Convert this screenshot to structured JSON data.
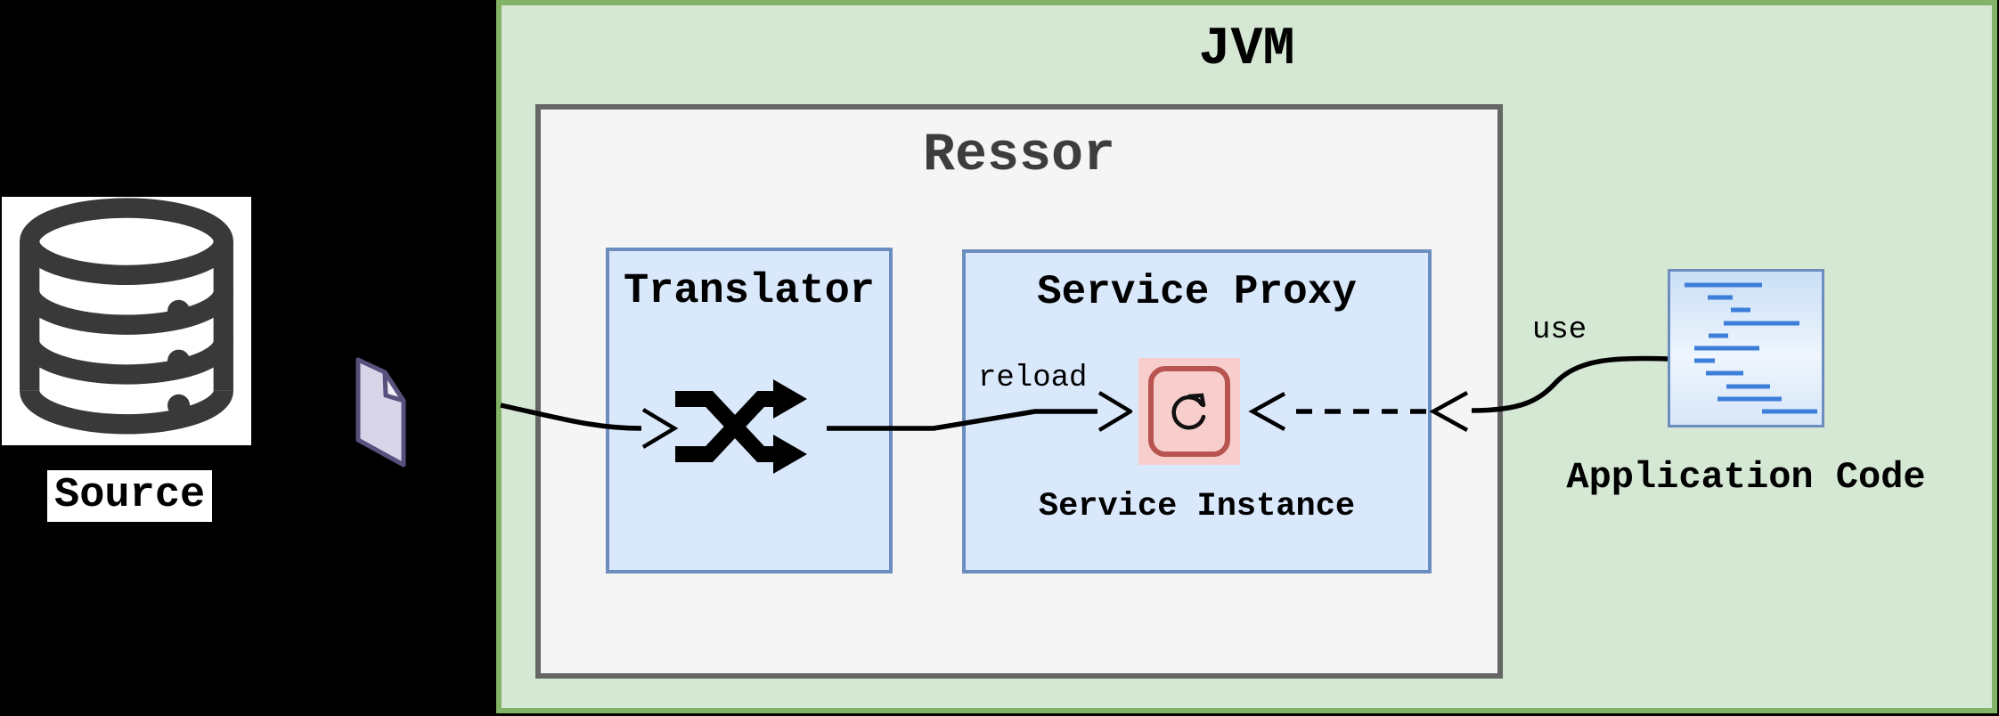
{
  "diagram": {
    "jvm_label": "JVM",
    "ressor_label": "Ressor",
    "translator_label": "Translator",
    "service_proxy_label": "Service Proxy",
    "service_instance_label": "Service Instance",
    "source_label": "Source",
    "application_code_label": "Application Code",
    "reload_edge_label": "reload",
    "use_edge_label": "use"
  },
  "icons": {
    "source": "database-icon",
    "translator": "shuffle-icon",
    "service_instance": "reload-icon",
    "resource": "file-icon",
    "application": "code-file-icon"
  },
  "colors": {
    "bg": "#000000",
    "green_fill": "#d5e8d4",
    "green_border": "#82b366",
    "gray_fill": "#f5f5f5",
    "gray_border": "#666666",
    "blue_fill": "#dae8fc",
    "blue_border": "#6c8ebf",
    "red_fill": "#f8cecc",
    "red_border": "#b85450",
    "purple_fill": "#d9d5e9",
    "purple_stroke": "#56517d",
    "code_line": "#3d7edb",
    "arrow_color": "#000000",
    "title_color": "#000000",
    "ressor_title_color": "#3d3d3d",
    "icon_dark": "#393939"
  }
}
